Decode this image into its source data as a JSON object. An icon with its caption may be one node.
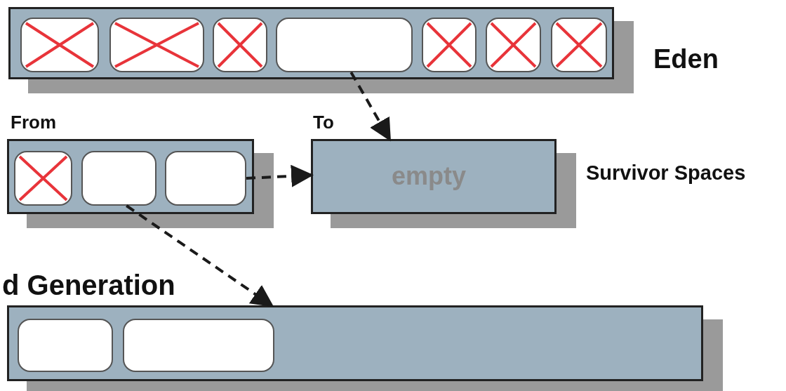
{
  "diagram": {
    "nodes": [
      {
        "text": [
          "Eden"
        ]
      },
      {
        "text": [],
        "shape": "box",
        "in": 0
      },
      {
        "text": [],
        "shape": "box",
        "in": 0
      },
      {
        "text": [],
        "shape": "box",
        "in": 0
      },
      {
        "text": [],
        "shape": "box",
        "in": 0
      },
      {
        "text": [],
        "shape": "box",
        "in": 0
      },
      {
        "text": [],
        "shape": "box",
        "in": 0
      },
      {
        "text": [],
        "shape": "box",
        "in": 0
      },
      {
        "text": [
          "From"
        ]
      },
      {
        "text": [],
        "shape": "box",
        "in": 8
      },
      {
        "text": [],
        "shape": "box",
        "in": 8
      },
      {
        "text": [],
        "shape": "box",
        "in": 8
      },
      {
        "text": [
          "To",
          "empty"
        ]
      },
      {
        "text": [
          "d Generation"
        ]
      },
      {
        "text": [],
        "shape": "box",
        "in": 13
      },
      {
        "text": [],
        "shape": "box",
        "in": 13
      }
    ],
    "edges": [
      {
        "from": 4,
        "to": 12,
        "arrow": "to",
        "style": "dashed"
      },
      {
        "from": 11,
        "to": 12,
        "arrow": "to",
        "style": "dashed"
      },
      {
        "from": 10,
        "to": 13,
        "arrow": "to",
        "style": "dashed"
      }
    ],
    "labels": [
      "Survivor Spaces"
    ]
  }
}
